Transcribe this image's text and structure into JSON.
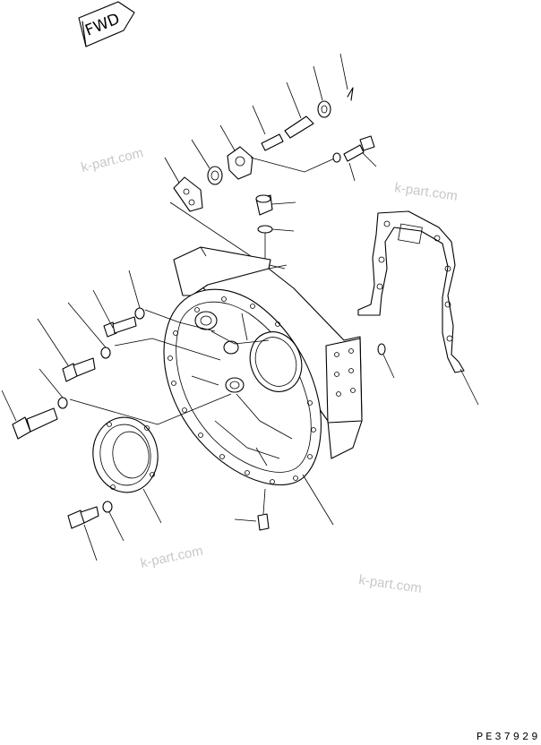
{
  "direction_arrow": {
    "label": "FWD"
  },
  "watermarks": [
    "k-part.com",
    "k-part.com",
    "k-part.com",
    "k-part.com"
  ],
  "drawing_code": "PE37929",
  "colors": {
    "line": "#000000",
    "background": "#ffffff",
    "watermark": "#c8c8c8"
  },
  "parts": [
    "flywheel-housing",
    "housing-gasket",
    "rear-seal-cover",
    "mounting-bolt",
    "washer",
    "seal-ring",
    "drain-plug",
    "cover-plate",
    "pipe-fitting",
    "grease-fitting",
    "o-ring"
  ]
}
